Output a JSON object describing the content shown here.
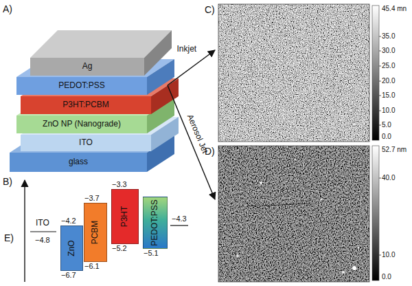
{
  "diagram": {
    "nodes": [
      {
        "text": [
          "Ag"
        ]
      },
      {
        "text": [
          "PEDOT:PSS"
        ]
      },
      {
        "text": [
          "P3HT:PCBM"
        ]
      },
      {
        "text": [
          "ZnO NP (Nanograde)"
        ]
      },
      {
        "text": [
          "ITO"
        ]
      },
      {
        "text": [
          "glass"
        ]
      },
      {
        "text": [
          "ZnO",
          "−4.2",
          "−6.7"
        ]
      },
      {
        "text": [
          "PCBM",
          "−3.7",
          "−6.1"
        ]
      },
      {
        "text": [
          "P3HT",
          "−3.3",
          "−5.2"
        ]
      },
      {
        "text": [
          "PEDOT:PSS",
          "−5.1"
        ]
      }
    ],
    "labels": [
      "A)",
      "B)",
      "C)",
      "D)",
      "E)",
      "Inkjet",
      "Aerosol Jet",
      "45.4 mn",
      "35.0",
      "30.0",
      "25.0",
      "20.0",
      "15.0",
      "10.0",
      "5.0",
      "0.0",
      "52.7 nm",
      "40.0",
      "10.0",
      "0.0",
      "ITO",
      "−4.8",
      "−4.3"
    ]
  }
}
